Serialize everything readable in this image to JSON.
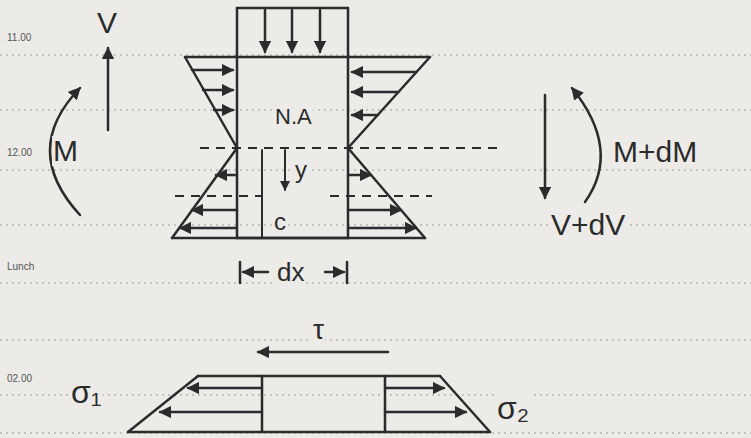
{
  "diagram": {
    "labels": [
      "11.00",
      "12.00",
      "Lunch",
      "02.00",
      "V",
      "M",
      "N.A",
      "y",
      "c",
      "dx",
      "M+dM",
      "V+dV",
      "τ",
      "σ₁",
      "σ₂"
    ]
  }
}
